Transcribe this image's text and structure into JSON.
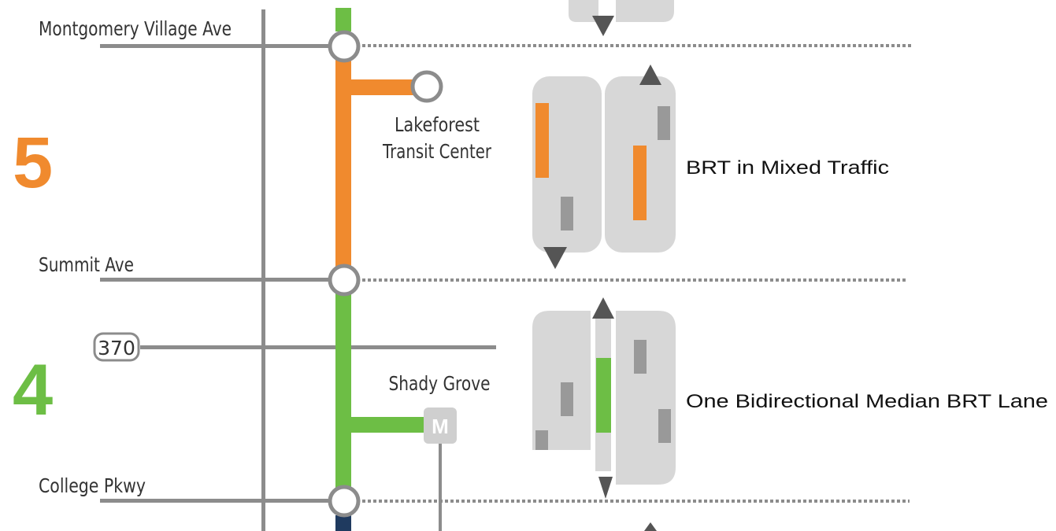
{
  "colors": {
    "segment_5": "#F08A2E",
    "segment_4": "#6DBE45",
    "segment_below": "#1F3A5F",
    "road": "#8C8C8C",
    "vehicle": "#999999",
    "road_panel": "#D7D7D7",
    "arrow": "#555555"
  },
  "streets": [
    {
      "id": "montgomery",
      "label": "Montgomery Village Ave"
    },
    {
      "id": "summit",
      "label": "Summit Ave"
    },
    {
      "id": "college",
      "label": "College Pkwy"
    }
  ],
  "route_shield": "370",
  "stations": {
    "lakeforest": [
      "Lakeforest",
      "Transit Center"
    ],
    "shady_grove": "Shady Grove",
    "metro_badge": "M"
  },
  "segments": [
    {
      "number": "5",
      "color": "#F08A2E",
      "lane_treatment": "BRT in Mixed Traffic"
    },
    {
      "number": "4",
      "color": "#6DBE45",
      "lane_treatment": "One Bidirectional Median BRT Lane"
    }
  ],
  "icons": [
    "up-arrow-icon",
    "down-arrow-icon",
    "metro-icon",
    "route-shield-icon"
  ]
}
